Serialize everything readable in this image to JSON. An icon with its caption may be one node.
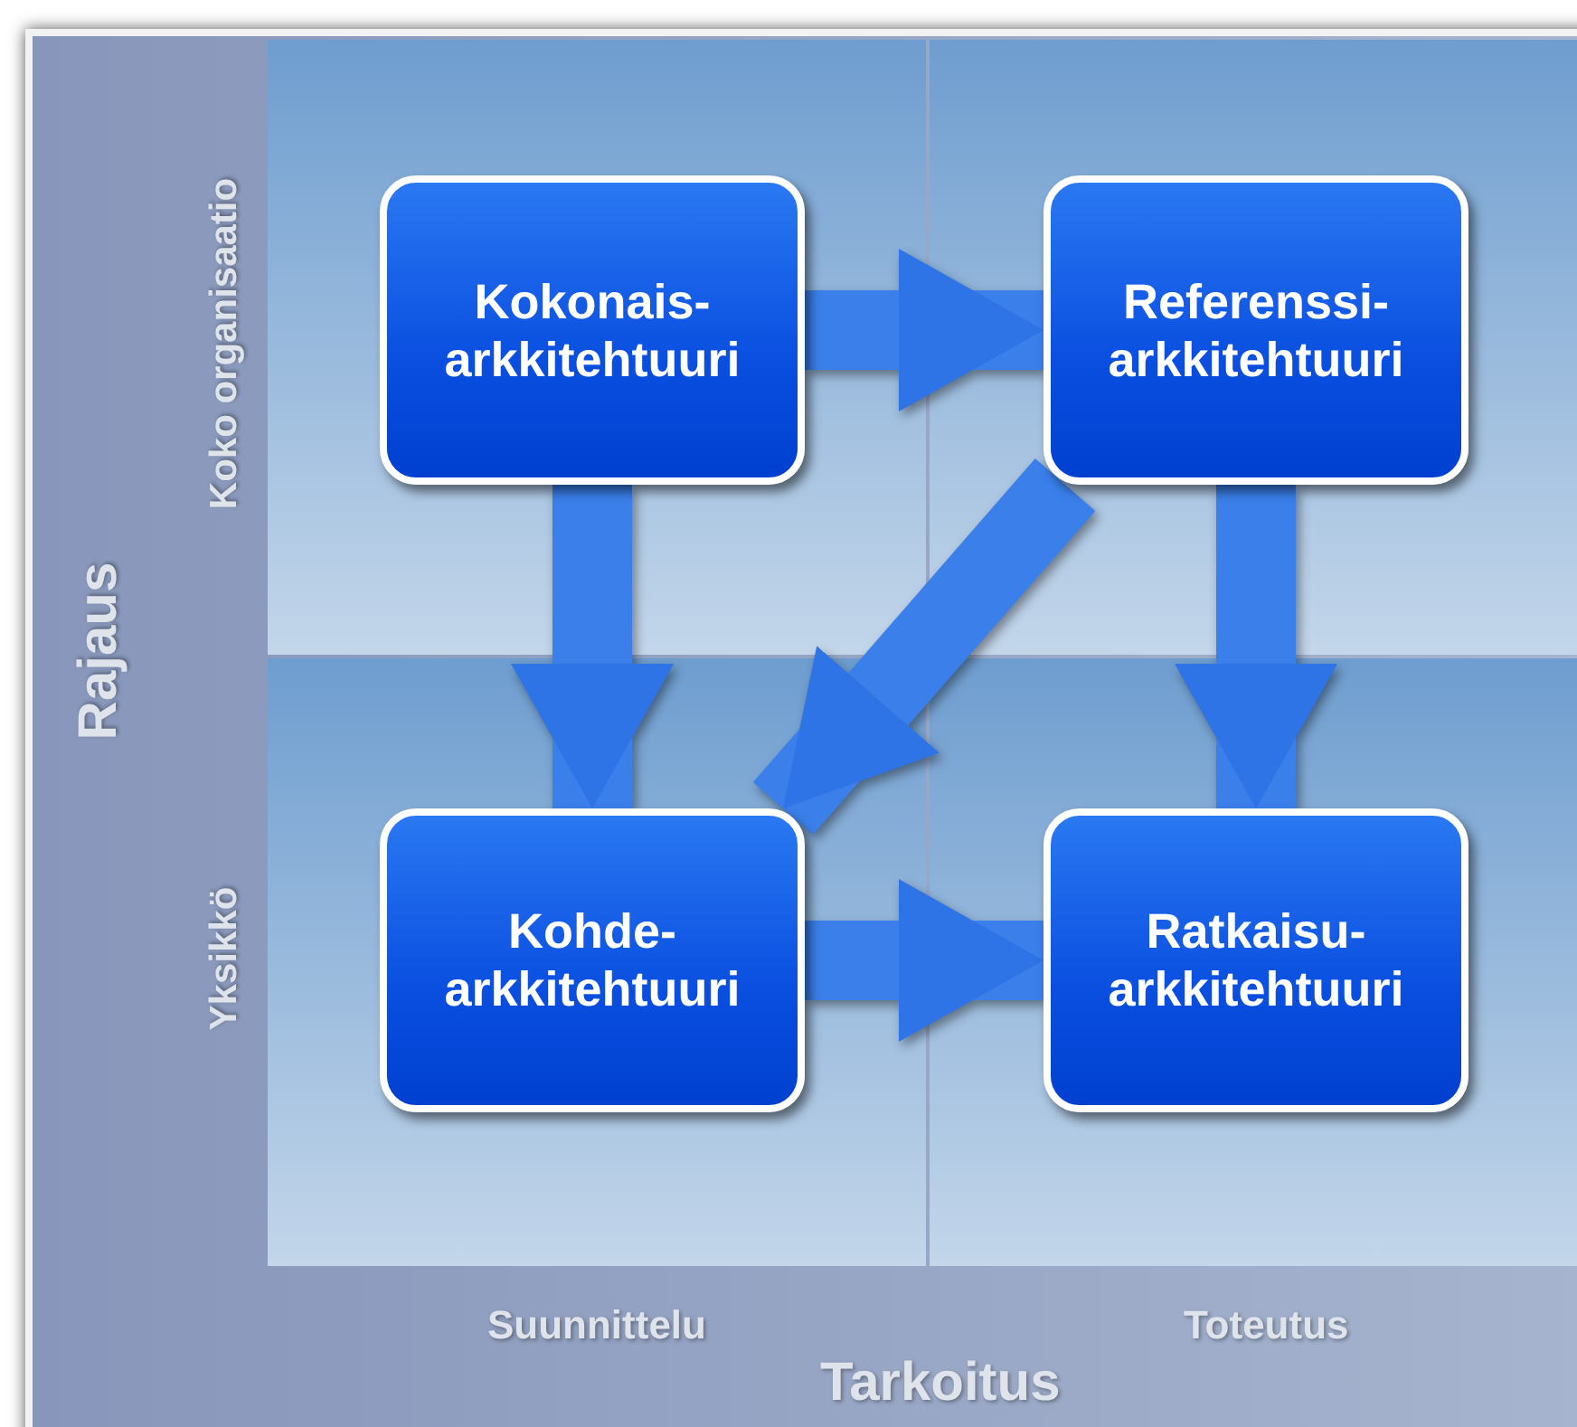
{
  "diagram": {
    "nodes": [
      {
        "text": [
          "Kokonais- arkkitehtuuri"
        ]
      },
      {
        "text": [
          "Referenssi- arkkitehtuuri"
        ]
      },
      {
        "text": [
          "Kohde- arkkitehtuuri"
        ]
      },
      {
        "text": [
          "Ratkaisu- arkkitehtuuri"
        ]
      }
    ],
    "edges": [
      {
        "from": 0,
        "to": 1,
        "arrow": "to"
      },
      {
        "from": 0,
        "to": 2,
        "arrow": "to"
      },
      {
        "from": 1,
        "to": 2,
        "arrow": "to"
      },
      {
        "from": 1,
        "to": 3,
        "arrow": "to"
      },
      {
        "from": 2,
        "to": 3,
        "arrow": "to"
      }
    ],
    "labels": [
      "Koko organisaatio",
      "Rajaus",
      "Yksikkö",
      "Suunnittelu",
      "Toteutus",
      "Tarkoitus"
    ]
  }
}
